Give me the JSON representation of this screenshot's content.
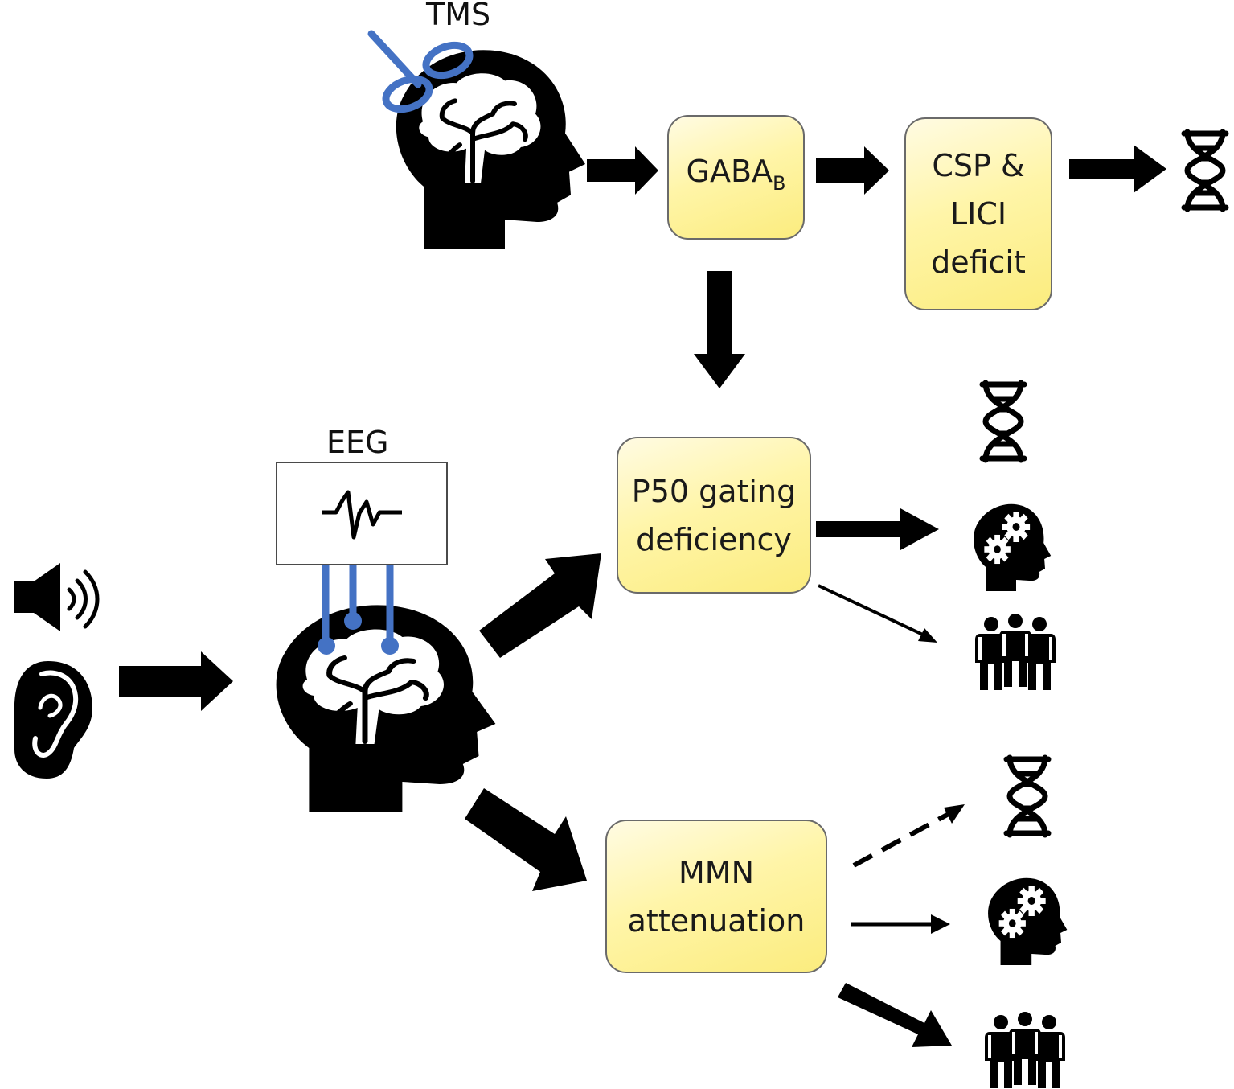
{
  "labels": {
    "tms": "TMS",
    "eeg": "EEG"
  },
  "boxes": {
    "gaba": {
      "text": "GABA",
      "subscript": "B"
    },
    "csp": {
      "lines": [
        "CSP &",
        "LICI",
        "deficit"
      ]
    },
    "p50": {
      "lines": [
        "P50 gating",
        "deficiency"
      ]
    },
    "mmn": {
      "lines": [
        "MMN",
        "attenuation"
      ]
    }
  },
  "icons": {
    "tms_head": "head-brain-tms-coil-icon",
    "eeg_head": "head-brain-eeg-electrodes-icon",
    "speaker": "speaker-sound-icon",
    "ear": "ear-icon",
    "eeg_wave": "eeg-waveform-icon",
    "dna": "dna-icon",
    "cognition": "head-gears-icon",
    "people": "people-group-icon"
  },
  "colors": {
    "box_fill_top": "#fffbe3",
    "box_fill_bottom": "#fbec7e",
    "accent_blue": "#4472c4",
    "arrow": "#000000"
  }
}
